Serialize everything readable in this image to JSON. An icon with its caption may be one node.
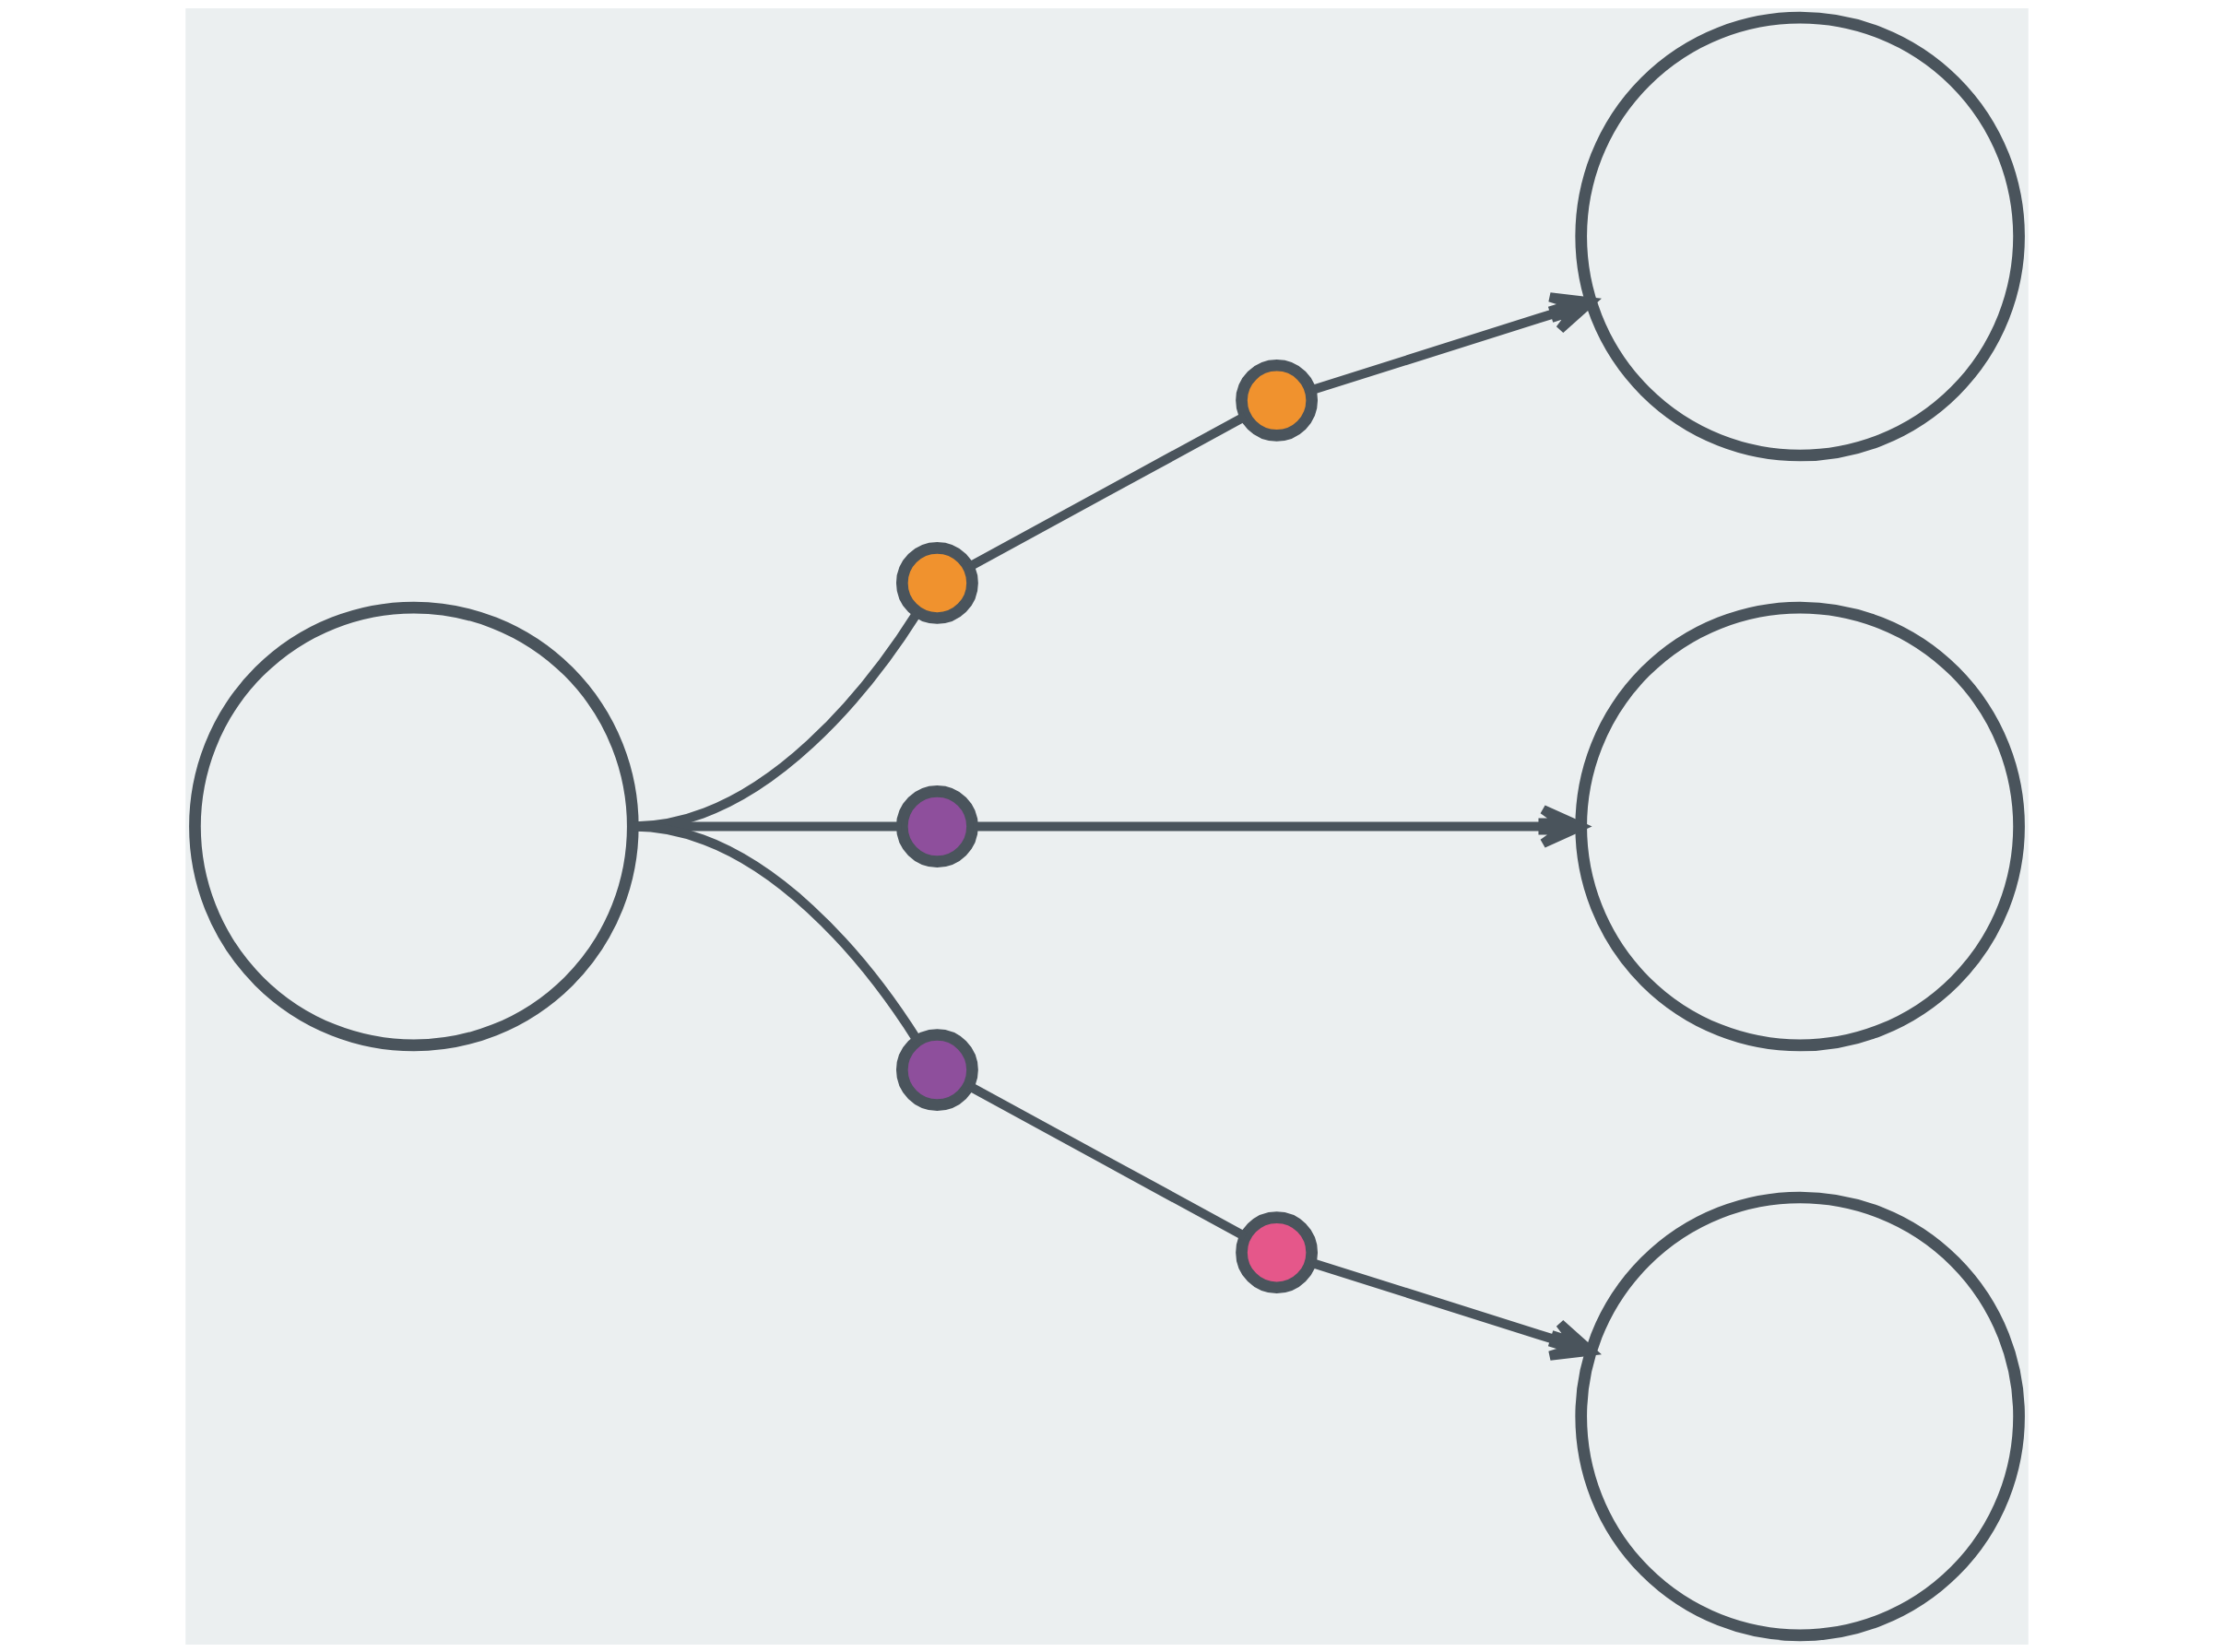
{
  "diagram": {
    "nodes": [
      {
        "text": [],
        "shape": "circle"
      },
      {
        "text": [],
        "shape": "circle"
      },
      {
        "text": [],
        "shape": "circle"
      },
      {
        "text": [],
        "shape": "circle"
      },
      {
        "text": [],
        "shape": "circle"
      },
      {
        "text": [],
        "shape": "circle"
      },
      {
        "text": [],
        "shape": "circle"
      },
      {
        "text": [],
        "shape": "circle"
      },
      {
        "text": [],
        "shape": "circle"
      }
    ],
    "edges": [
      {
        "from": 0,
        "to": 1,
        "arrow": "none"
      },
      {
        "from": 1,
        "to": 2,
        "arrow": "none"
      },
      {
        "from": 2,
        "to": 6,
        "arrow": "to"
      },
      {
        "from": 0,
        "to": 3,
        "arrow": "none"
      },
      {
        "from": 3,
        "to": 7,
        "arrow": "to"
      },
      {
        "from": 0,
        "to": 4,
        "arrow": "none"
      },
      {
        "from": 4,
        "to": 5,
        "arrow": "none"
      },
      {
        "from": 5,
        "to": 8,
        "arrow": "to"
      }
    ]
  }
}
